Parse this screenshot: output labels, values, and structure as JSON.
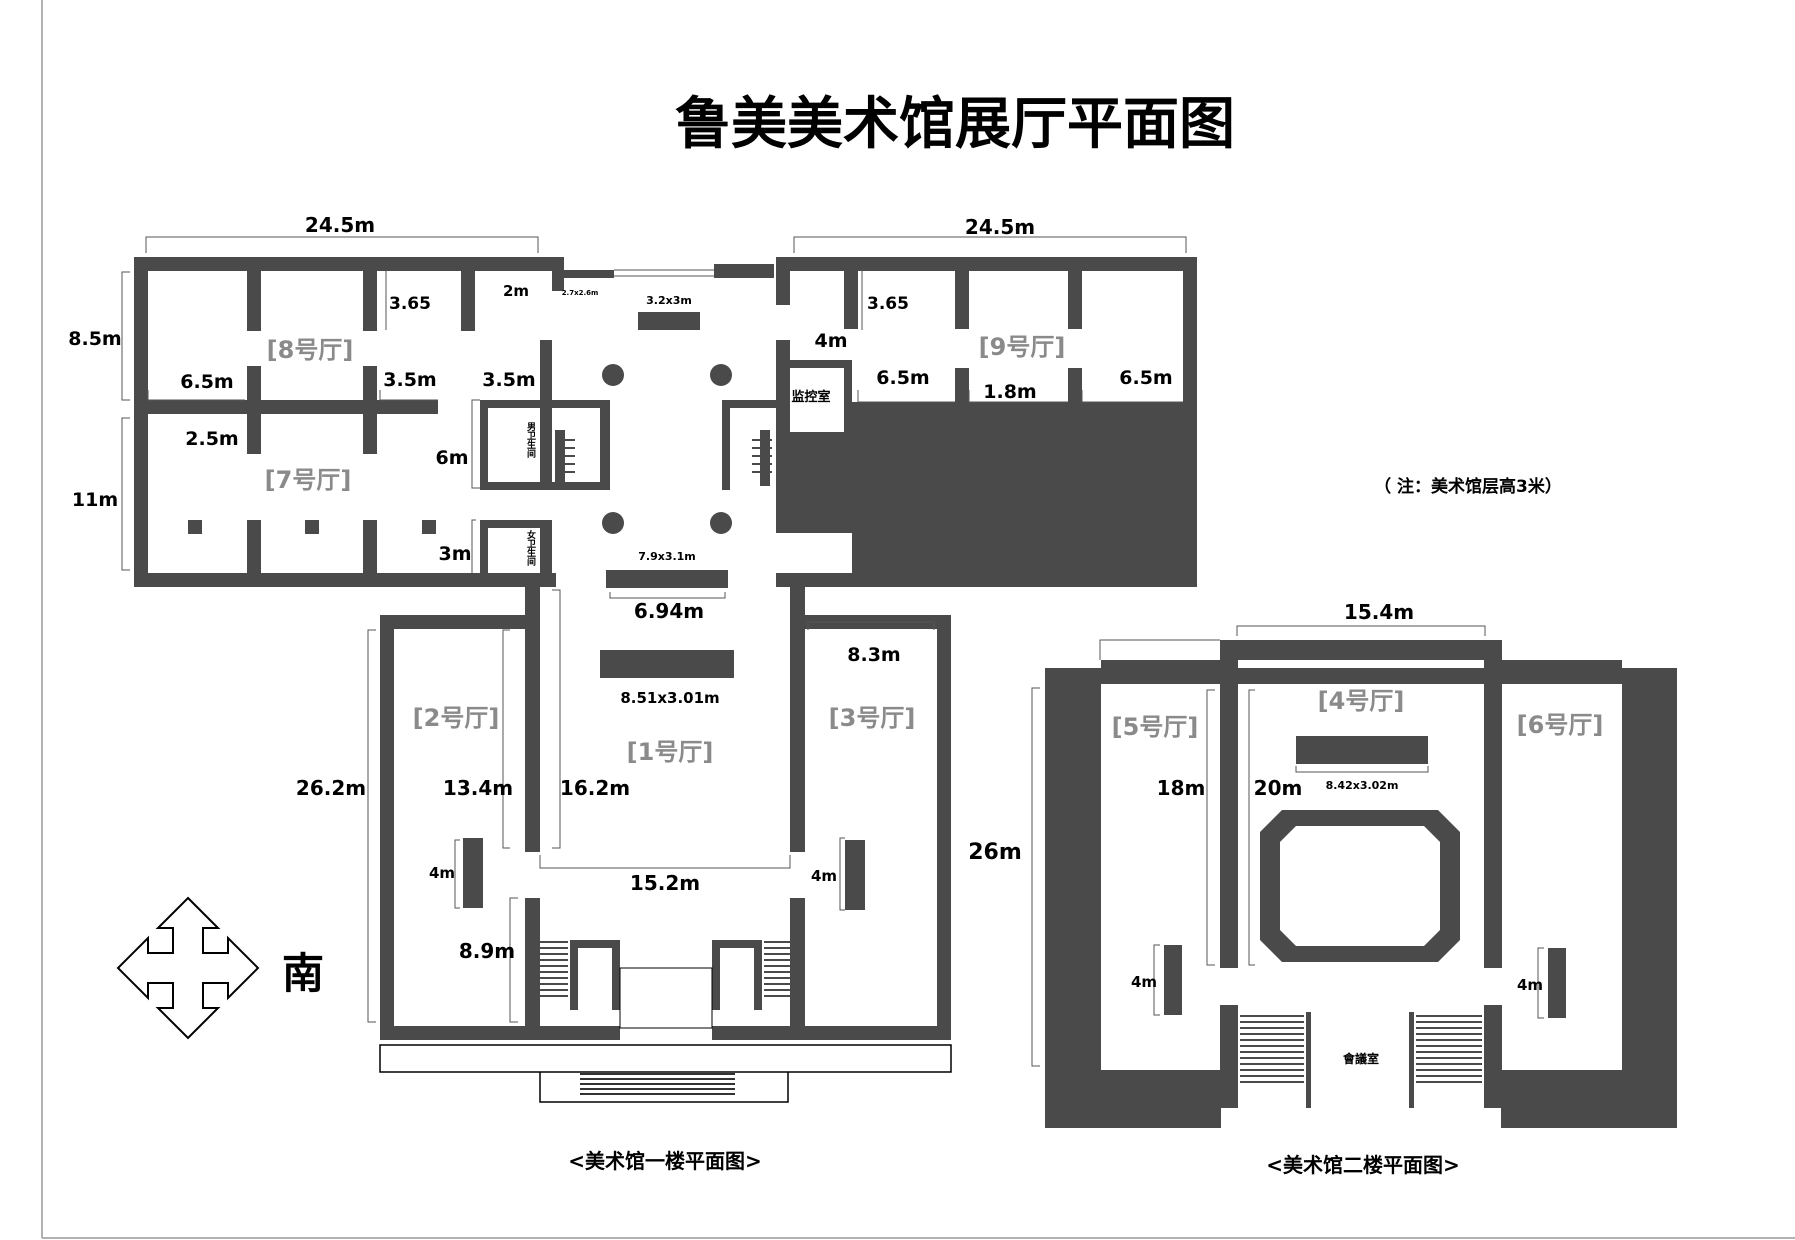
{
  "title": "鲁美美术馆展厅平面图",
  "note": "（ 注：美术馆层高3米）",
  "compass_label": "南",
  "floor1": {
    "caption": "<美术馆一楼平面图>",
    "halls": {
      "h1": "[1号厅]",
      "h2": "[2号厅]",
      "h3": "[3号厅]",
      "h7": "[7号厅]",
      "h8": "[8号厅]",
      "h9": "[9号厅]"
    },
    "rooms": {
      "monitor": "监控室",
      "mens_toilet": "男卫生间",
      "womens_toilet": "女卫生间"
    },
    "dims": {
      "top_left_width": "24.5m",
      "top_right_width": "24.5m",
      "left_upper_height": "8.5m",
      "left_lower_height": "11m",
      "h8_bay_left": "3.65",
      "h9_bay_left": "3.65",
      "door_2m": "2m",
      "entry_small": "2.7x2.6m",
      "panel_top": "3.2x3m",
      "d_4m": "4m",
      "d_6_5m_a": "6.5m",
      "d_3_5m_a": "3.5m",
      "d_3_5m_b": "3.5m",
      "d_6_5m_b": "6.5m",
      "d_1_8m": "1.8m",
      "d_6_5m_c": "6.5m",
      "d_2_5m": "2.5m",
      "d_6m": "6m",
      "d_3m": "3m",
      "panel_mid": "7.9x3.1m",
      "d_6_94m": "6.94m",
      "d_8_3m": "8.3m",
      "panel_big": "8.51x3.01m",
      "d_26_2m": "26.2m",
      "d_13_4m": "13.4m",
      "d_16_2m": "16.2m",
      "d_4m_left": "4m",
      "d_4m_right": "4m",
      "d_15_2m": "15.2m",
      "d_8_9m": "8.9m"
    }
  },
  "floor2": {
    "caption": "<美术馆二楼平面图>",
    "halls": {
      "h4": "[4号厅]",
      "h5": "[5号厅]",
      "h6": "[6号厅]"
    },
    "rooms": {
      "meeting": "會議室"
    },
    "dims": {
      "width": "15.4m",
      "height": "26m",
      "d_18m": "18m",
      "d_20m": "20m",
      "panel": "8.42x3.02m",
      "d_4m_left": "4m",
      "d_4m_right": "4m"
    }
  },
  "colors": {
    "wall": "#4a4a4a",
    "hall_label": "#8a8a8a",
    "text": "#000000"
  }
}
